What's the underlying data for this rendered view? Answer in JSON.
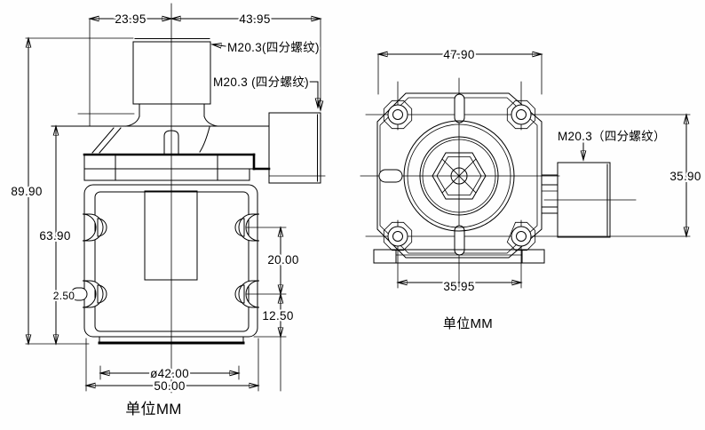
{
  "drawing": {
    "side_view": {
      "dim_top_left": "23.95",
      "dim_top_right": "43.95",
      "top_thread_label": "M20.3(四分螺纹)",
      "side_thread_label": "M20.3 (四分螺纹)",
      "dim_total_height": "89.90",
      "dim_upper_height": "63.90",
      "dim_hole_spacing": "20.00",
      "dim_hole_to_bottom": "12.50",
      "dim_nub": "2.50",
      "dim_inner_diameter": "ø42.00",
      "dim_outer_width": "50.00",
      "unit_note": "单位MM"
    },
    "front_view": {
      "dim_plate_width": "47.90",
      "thread_label": "M20.3（四分螺纹）",
      "dim_vertical_hole_spacing": "35.90",
      "dim_horizontal_hole_spacing": "35.95",
      "unit_note": "单位MM"
    },
    "colors": {
      "line": "#000000",
      "background": "#ffffff"
    }
  }
}
